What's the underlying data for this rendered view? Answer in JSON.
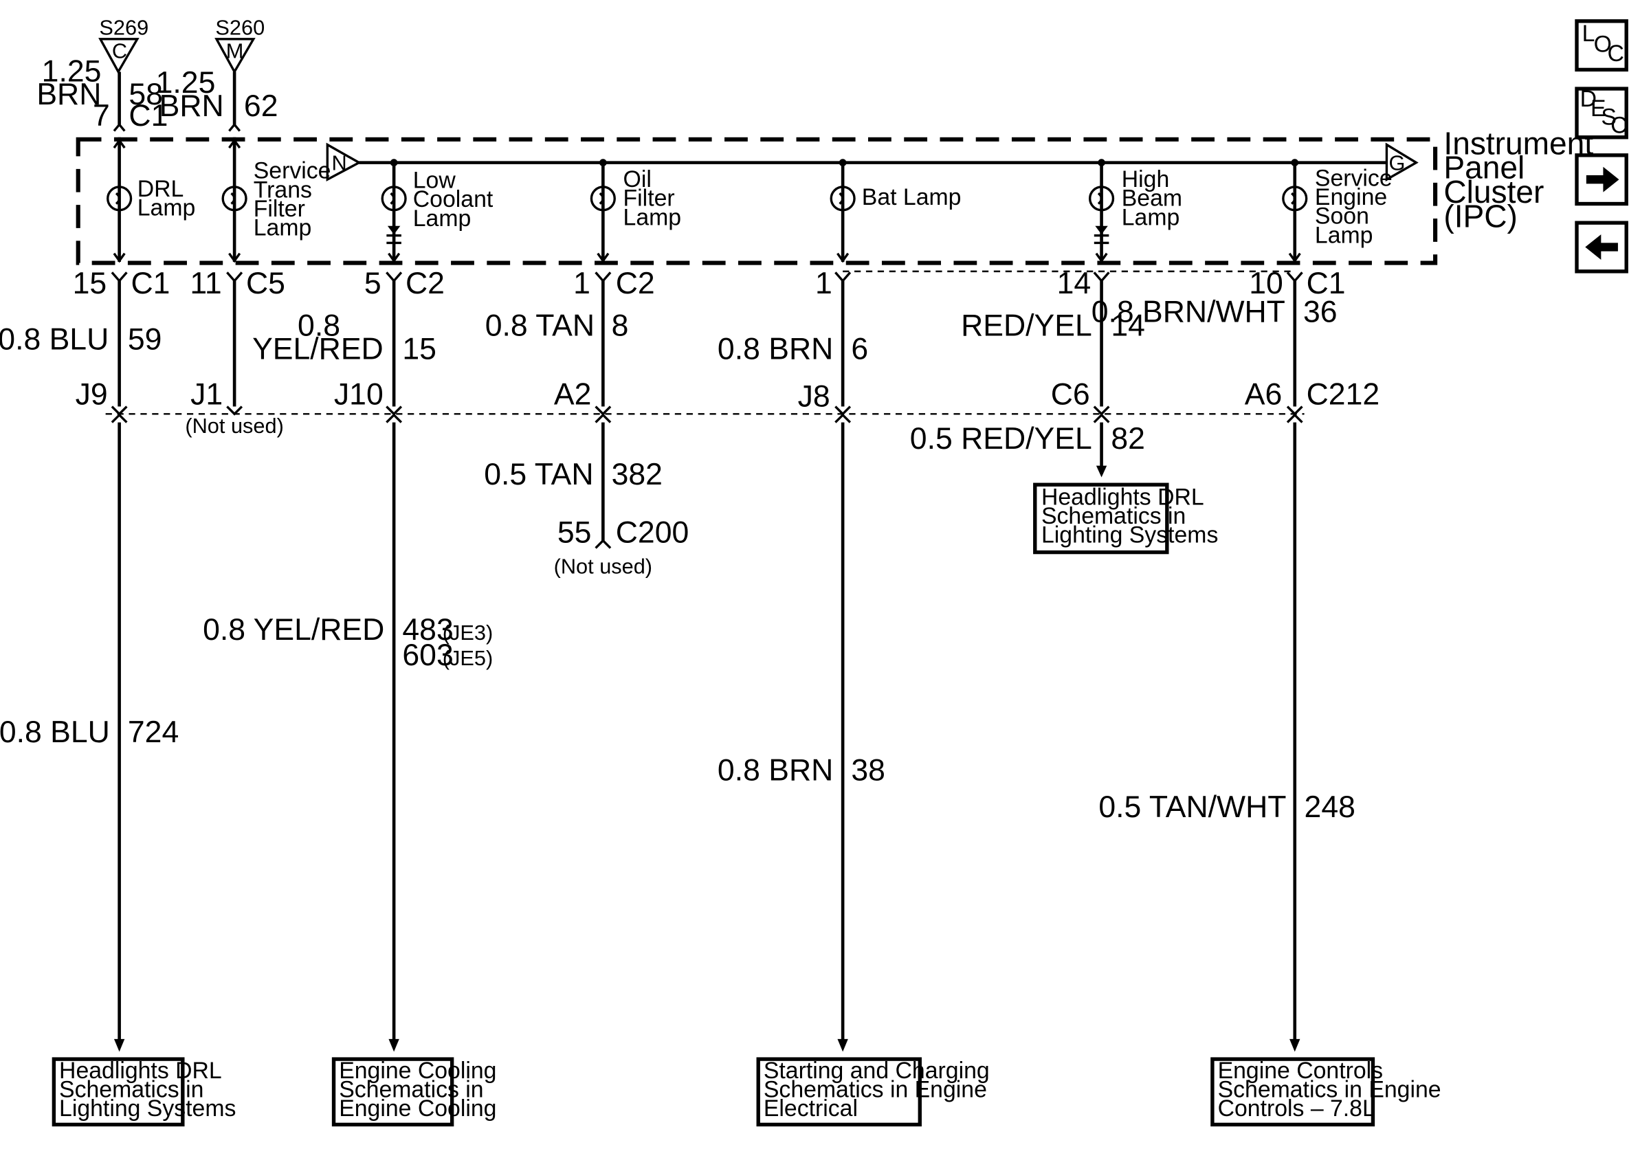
{
  "ipc": {
    "title_lines": [
      "Instrument",
      "Panel",
      "Cluster",
      "(IPC)"
    ],
    "symbol_start": "N",
    "symbol_end": "G"
  },
  "splices": [
    {
      "id": "S269",
      "symbol": "C",
      "size_lines": [
        "1.25",
        "BRN",
        "7"
      ],
      "circuit": "58",
      "connector": "C1"
    },
    {
      "id": "S260",
      "symbol": "M",
      "size_lines": [
        "1.25",
        "BRN"
      ],
      "circuit": "62"
    }
  ],
  "lamps": [
    {
      "label_lines": [
        "DRL",
        "Lamp"
      ]
    },
    {
      "label_lines": [
        "Service",
        "Trans",
        "Filter",
        "Lamp"
      ]
    },
    {
      "label_lines": [
        "Low",
        "Coolant",
        "Lamp"
      ]
    },
    {
      "label_lines": [
        "Oil",
        "Filter",
        "Lamp"
      ]
    },
    {
      "label_lines": [
        "Bat Lamp"
      ]
    },
    {
      "label_lines": [
        "High",
        "Beam",
        "Lamp"
      ]
    },
    {
      "label_lines": [
        "Service",
        "Engine",
        "Soon",
        "Lamp"
      ]
    }
  ],
  "pins": [
    {
      "pin": "15",
      "connector": "C1"
    },
    {
      "pin": "11",
      "connector": "C5"
    },
    {
      "pin": "5",
      "connector": "C2"
    },
    {
      "pin": "1",
      "connector": "C2"
    },
    {
      "pin": "1",
      "connector": ""
    },
    {
      "pin": "14",
      "connector": ""
    },
    {
      "pin": "10",
      "connector": "C1"
    }
  ],
  "wires_upper": [
    {
      "lines": [
        "0.8 BLU"
      ],
      "circuit": "59"
    },
    {
      "lines": [],
      "circuit": ""
    },
    {
      "lines": [
        "0.8",
        "YEL/RED"
      ],
      "circuit": "15"
    },
    {
      "lines": [
        "0.8 TAN"
      ],
      "circuit": "8"
    },
    {
      "lines": [
        "0.8 BRN"
      ],
      "circuit": "6"
    },
    {
      "lines": [
        "RED/YEL"
      ],
      "circuit": "14"
    },
    {
      "lines": [
        "0.8 BRN/WHT"
      ],
      "circuit": "36"
    }
  ],
  "c212_pins": [
    "J9",
    "J1",
    "J10",
    "A2",
    "J8",
    "C6",
    "A6"
  ],
  "c212_connector": "C212",
  "not_used": "(Not used)",
  "oil_lower": {
    "wire": "0.5 TAN",
    "circuit": "382",
    "pin": "55",
    "connector": "C200",
    "note": "(Not used)"
  },
  "high_beam_lower": {
    "wire": "0.5 RED/YEL",
    "circuit": "82"
  },
  "cooling_lower": {
    "wire": "0.8 YEL/RED",
    "circuit_a": "483",
    "option_a": "(JE3)",
    "circuit_b": "603",
    "option_b": "(JE5)"
  },
  "wires_lower": [
    {
      "wire": "0.8 BLU",
      "circuit": "724"
    },
    {
      "wire": "0.8 BRN",
      "circuit": "38"
    },
    {
      "wire": "0.5 TAN/WHT",
      "circuit": "248"
    }
  ],
  "ref_boxes": [
    {
      "lines": [
        "Headlights DRL",
        "Schematics in",
        "Lighting Systems"
      ]
    },
    {
      "lines": [
        "Engine Cooling",
        "Schematics in",
        "Engine Cooling"
      ]
    },
    {
      "lines": [
        "Starting and Charging",
        "Schematics in Engine",
        "Electrical"
      ]
    },
    {
      "lines": [
        "Engine Controls",
        "Schematics in Engine",
        "Controls – 7.8L"
      ]
    },
    {
      "lines": [
        "Headlights DRL",
        "Schematics in",
        "Lighting Systems"
      ]
    }
  ],
  "side_buttons": [
    {
      "name": "loc",
      "letters": [
        "L",
        "O",
        "C"
      ]
    },
    {
      "name": "desc",
      "letters": [
        "D",
        "E",
        "S",
        "C"
      ]
    },
    {
      "name": "next",
      "icon": "arrow-right-icon"
    },
    {
      "name": "prev",
      "icon": "arrow-left-icon"
    }
  ]
}
